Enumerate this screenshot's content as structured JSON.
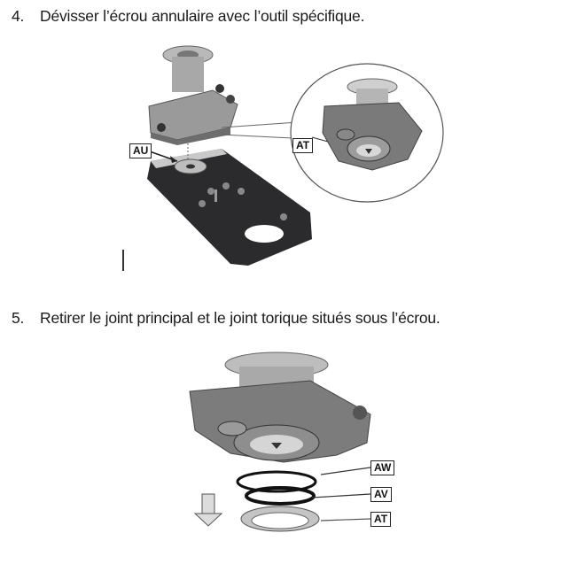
{
  "steps": [
    {
      "number": "4.",
      "text": "Dévisser l’écrou annulaire avec l’outil spécifique.",
      "figure": {
        "description": "Pump head assembly lifted above a black mounting plate tool; detail circle shows underside with annular nut",
        "callouts": [
          "AU",
          "AT"
        ]
      }
    },
    {
      "number": "5.",
      "text": "Retirer le joint principal et le joint torique situés sous l’écrou.",
      "figure": {
        "description": "Exploded view of pump head underside with seals and nut below, downward arrow",
        "callouts": [
          "AW",
          "AV",
          "AT"
        ]
      }
    }
  ]
}
